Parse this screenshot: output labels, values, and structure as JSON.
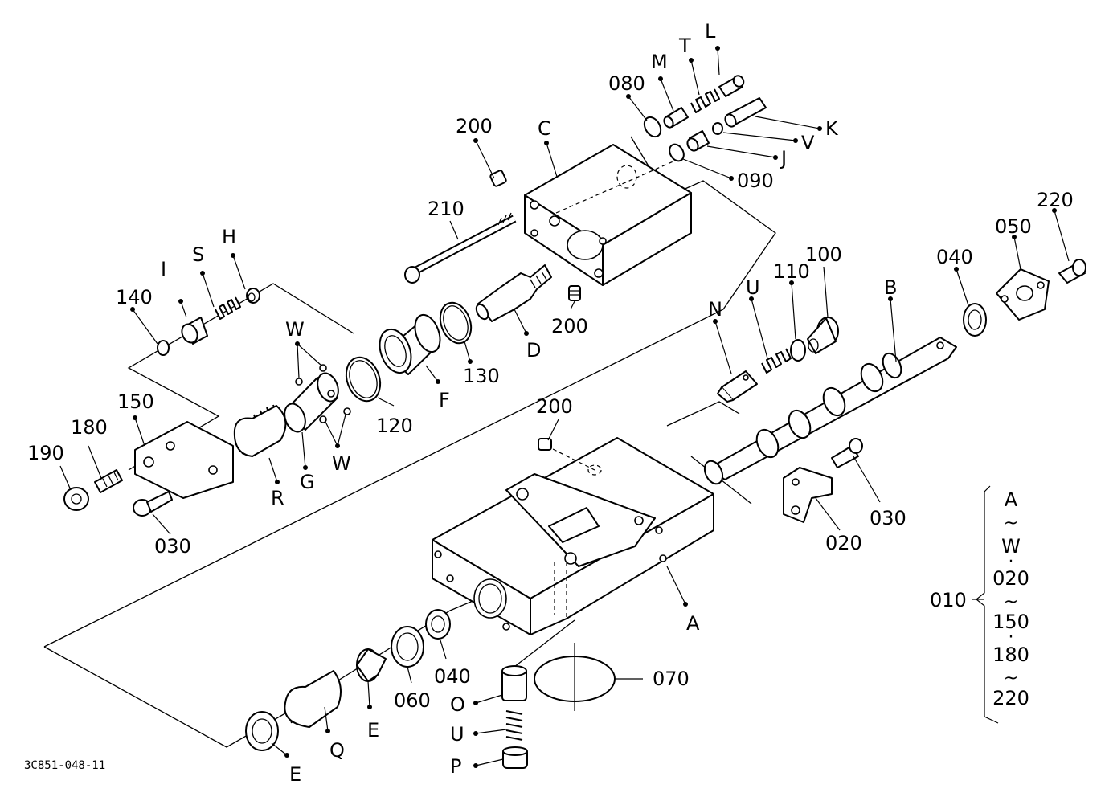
{
  "figure_code": "3C851-048-11",
  "labels": {
    "l200_top": "200",
    "lC": "C",
    "l080": "080",
    "lM": "M",
    "lT": "T",
    "lL": "L",
    "lK": "K",
    "lV": "V",
    "lJ": "J",
    "l090": "090",
    "l210": "210",
    "lI": "I",
    "lS": "S",
    "lH": "H",
    "l140": "140",
    "lD": "D",
    "l200_mid": "200",
    "l130": "130",
    "lF": "F",
    "l120": "120",
    "lW1": "W",
    "lW2": "W",
    "l150": "150",
    "l180": "180",
    "l190": "190",
    "lR": "R",
    "lG": "G",
    "l030_left": "030",
    "l220": "220",
    "l050": "050",
    "l040_right": "040",
    "lB": "B",
    "l100": "100",
    "l110": "110",
    "lU_top": "U",
    "lN": "N",
    "l200_low": "200",
    "l030_right": "030",
    "l020": "020",
    "lA": "A",
    "l040_low": "040",
    "l060": "060",
    "l070": "070",
    "lE1": "E",
    "lE2": "E",
    "lQ": "Q",
    "lO": "O",
    "lU_low": "U",
    "lP": "P"
  },
  "assembly_key": {
    "label": "010",
    "range": [
      "A",
      "~",
      "W",
      "·",
      "020",
      "~",
      "150",
      "·",
      "180",
      "~",
      "220"
    ]
  }
}
